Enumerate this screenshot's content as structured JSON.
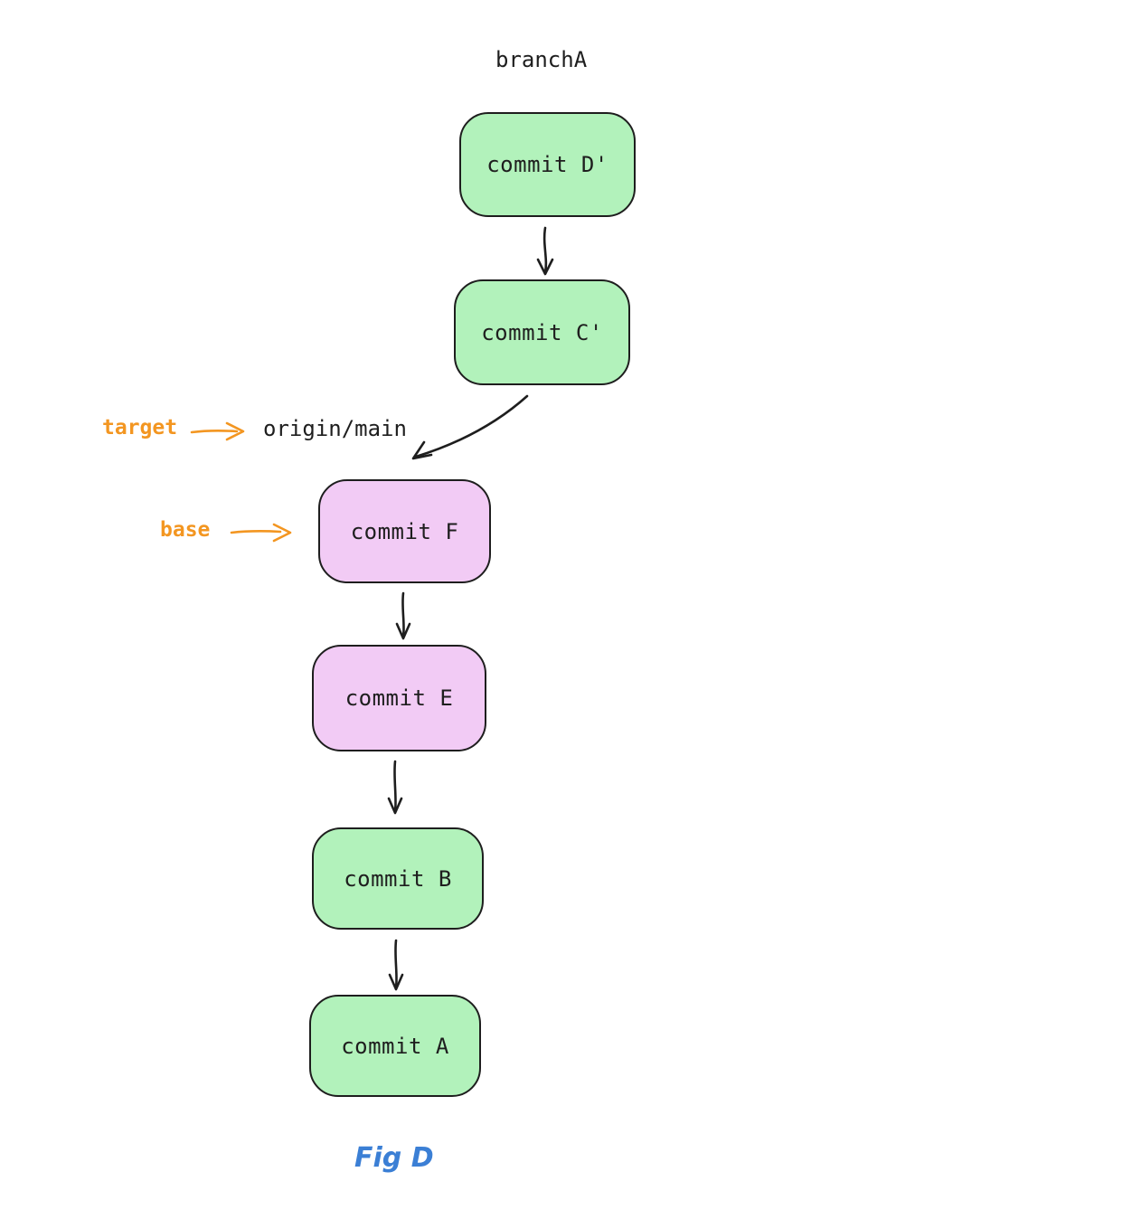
{
  "figure": {
    "title": "branchA",
    "caption": "Fig D",
    "ref_label": "origin/main",
    "annotations": {
      "target": "target",
      "base": "base"
    },
    "nodes": [
      {
        "id": "commit-d-prime",
        "label": "commit D'",
        "color": "green"
      },
      {
        "id": "commit-c-prime",
        "label": "commit C'",
        "color": "green"
      },
      {
        "id": "commit-f",
        "label": "commit F",
        "color": "purple"
      },
      {
        "id": "commit-e",
        "label": "commit E",
        "color": "purple"
      },
      {
        "id": "commit-b",
        "label": "commit B",
        "color": "green"
      },
      {
        "id": "commit-a",
        "label": "commit A",
        "color": "green"
      }
    ],
    "edges": [
      {
        "from": "commit D'",
        "to": "commit C'"
      },
      {
        "from": "commit C'",
        "to": "commit F"
      },
      {
        "from": "commit F",
        "to": "commit E"
      },
      {
        "from": "commit E",
        "to": "commit B"
      },
      {
        "from": "commit B",
        "to": "commit A"
      },
      {
        "from": "target",
        "to": "origin/main"
      },
      {
        "from": "base",
        "to": "commit F"
      }
    ],
    "colors": {
      "green_fill": "#b2f2bb",
      "purple_fill": "#f2cbf5",
      "stroke": "#1e1e1e",
      "annotation_orange": "#f39621",
      "caption_blue": "#3b7fd5"
    }
  }
}
